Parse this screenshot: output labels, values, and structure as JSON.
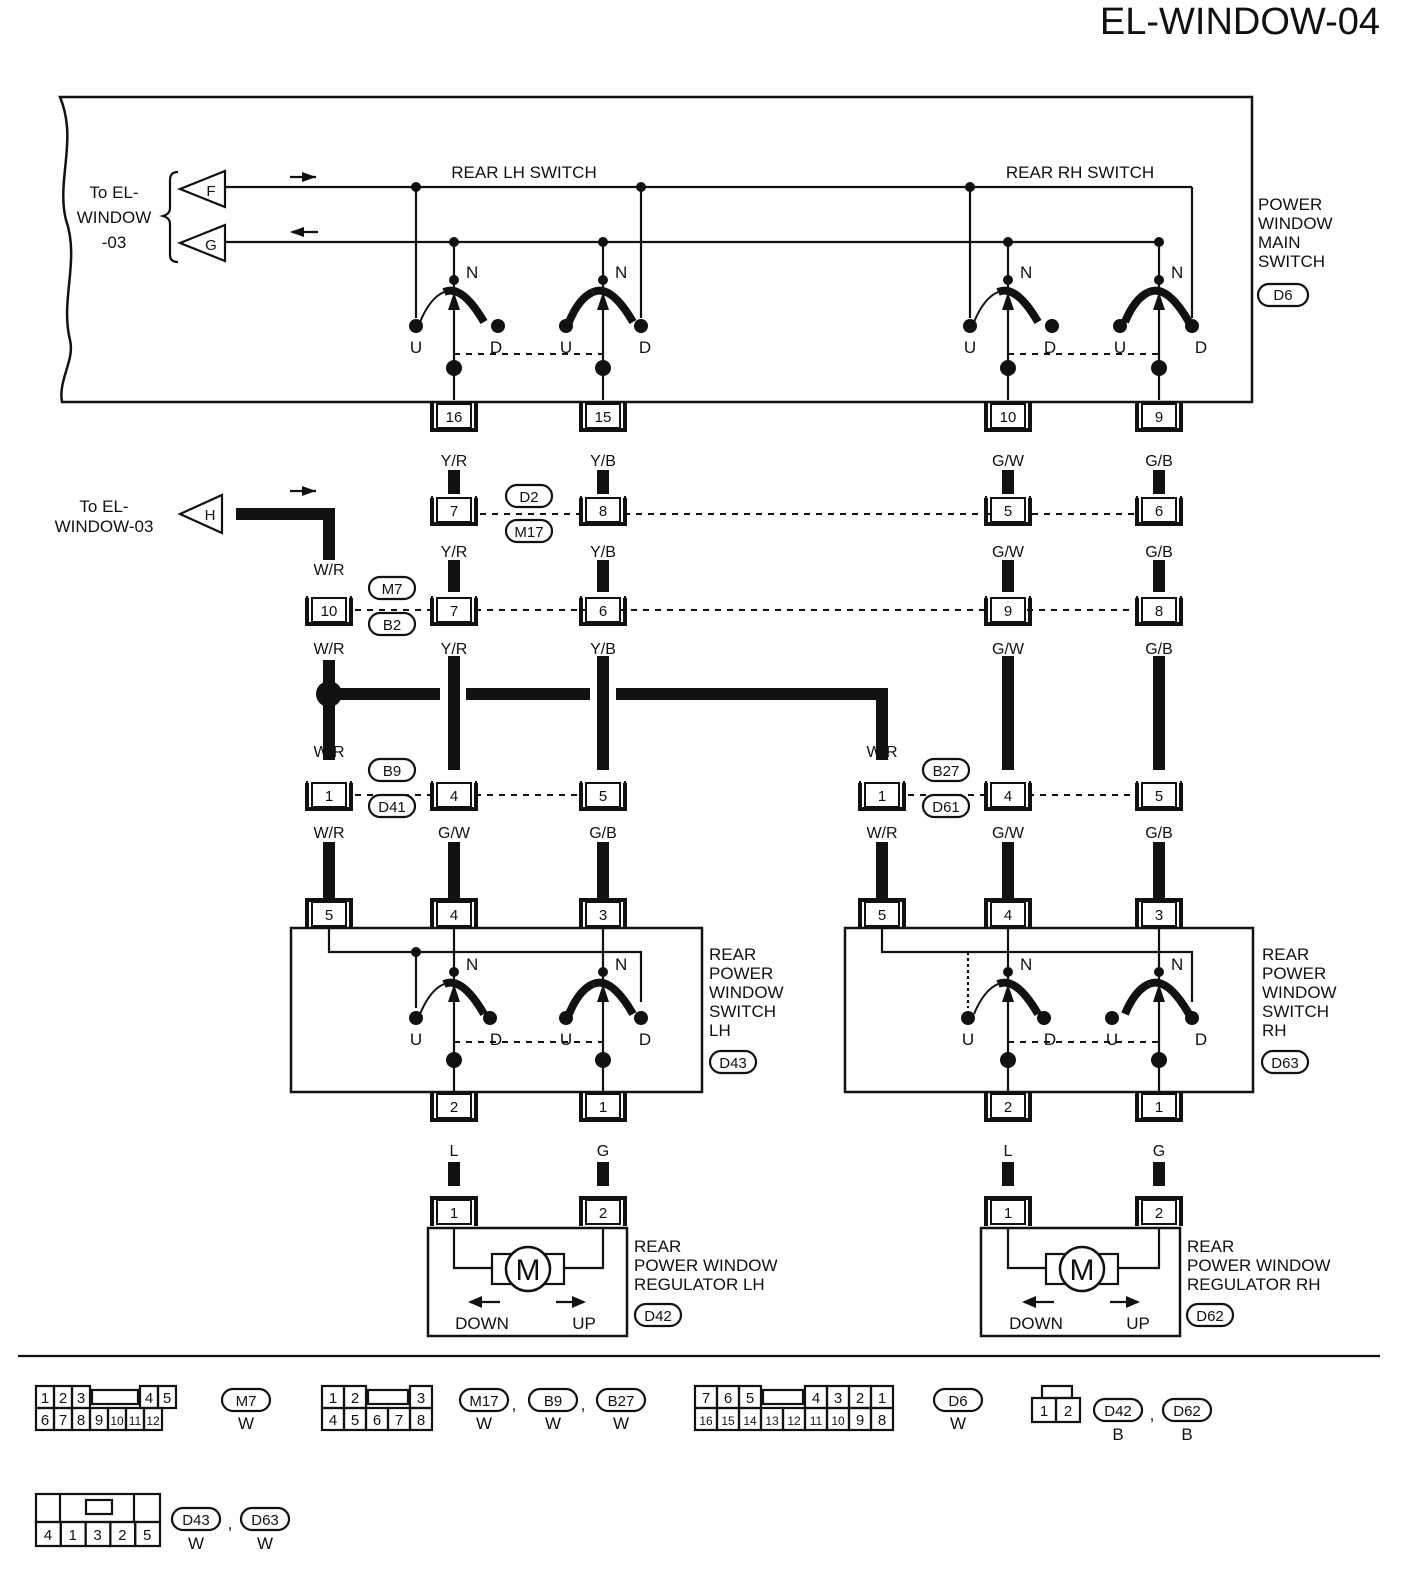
{
  "page_title": "EL-WINDOW-04",
  "offpage": {
    "to_label": "To EL-\nWINDOW\n-03",
    "to_label_h": "To EL-\nWINDOW-03",
    "connector_f": "F",
    "connector_g": "G",
    "connector_h": "H",
    "wire_h": "W/R"
  },
  "main_switch": {
    "name": "POWER\nWINDOW\nMAIN\nSWITCH",
    "connector": "D6",
    "rear_lh_label": "REAR LH SWITCH",
    "rear_rh_label": "REAR RH SWITCH",
    "terminals": [
      "16",
      "15",
      "10",
      "9"
    ]
  },
  "switch_positions": {
    "n": "N",
    "u": "U",
    "d": "D"
  },
  "wires": {
    "col1_top": "Y/R",
    "col2_top": "Y/B",
    "col3_top": "G/W",
    "col4_top": "G/B",
    "col1_mid": "Y/R",
    "col2_mid": "Y/B",
    "col3_mid": "G/W",
    "col4_mid": "G/B",
    "col1_low": "Y/R",
    "col2_low": "Y/B",
    "col3_low": "G/W",
    "col4_low": "G/B",
    "wr1": "W/R",
    "wr2": "W/R",
    "wr3": "W/R",
    "wr4": "W/R",
    "wr_rh1": "W/R",
    "wr_rh2": "W/R",
    "lh_bot1": "G/W",
    "lh_bot2": "G/B",
    "rh_bot1": "G/W",
    "rh_bot2": "G/B",
    "lh_motor1": "L",
    "lh_motor2": "G",
    "rh_motor1": "L",
    "rh_motor2": "G"
  },
  "joint_connectors": {
    "row1": {
      "upper": "D2",
      "lower": "M17",
      "pins": [
        "7",
        "8",
        "5",
        "6"
      ]
    },
    "row2": {
      "upper": "M7",
      "lower": "B2",
      "pins": [
        "10",
        "7",
        "6",
        "9",
        "8"
      ]
    },
    "row3_lh": {
      "upper": "B9",
      "lower": "D41",
      "pins": [
        "1",
        "4",
        "5"
      ]
    },
    "row3_rh": {
      "upper": "B27",
      "lower": "D61",
      "pins": [
        "1",
        "4",
        "5"
      ]
    }
  },
  "rear_switch_lh": {
    "name": "REAR\nPOWER\nWINDOW\nSWITCH\nLH",
    "connector": "D43",
    "top_pins": [
      "5",
      "4",
      "3"
    ],
    "bottom_pins": [
      "2",
      "1"
    ]
  },
  "rear_switch_rh": {
    "name": "REAR\nPOWER\nWINDOW\nSWITCH\nRH",
    "connector": "D63",
    "top_pins": [
      "5",
      "4",
      "3"
    ],
    "bottom_pins": [
      "2",
      "1"
    ]
  },
  "regulator_lh": {
    "name": "REAR\nPOWER WINDOW\nREGULATOR LH",
    "connector": "D42",
    "pins": [
      "1",
      "2"
    ],
    "motor": "M",
    "down": "DOWN",
    "up": "UP"
  },
  "regulator_rh": {
    "name": "REAR\nPOWER WINDOW\nREGULATOR RH",
    "connector": "D62",
    "pins": [
      "1",
      "2"
    ],
    "motor": "M",
    "down": "DOWN",
    "up": "UP"
  },
  "connector_views": [
    {
      "id": "m7",
      "rows": [
        [
          "1",
          "2",
          "3",
          "",
          "4",
          "5"
        ],
        [
          "6",
          "7",
          "8",
          "9",
          "10",
          "11",
          "12"
        ]
      ],
      "labels": [
        "M7"
      ],
      "colors": [
        "W"
      ]
    },
    {
      "id": "m17",
      "rows": [
        [
          "1",
          "2",
          "",
          "3"
        ],
        [
          "4",
          "5",
          "6",
          "7",
          "8"
        ]
      ],
      "labels": [
        "M17",
        "B9",
        "B27"
      ],
      "colors": [
        "W",
        "W",
        "W"
      ]
    },
    {
      "id": "d6",
      "rows": [
        [
          "7",
          "6",
          "5",
          "",
          "4",
          "3",
          "2",
          "1"
        ],
        [
          "16",
          "15",
          "14",
          "13",
          "12",
          "11",
          "10",
          "9",
          "8"
        ]
      ],
      "labels": [
        "D6"
      ],
      "colors": [
        "W"
      ]
    },
    {
      "id": "d42",
      "rows": [
        [
          "1",
          "2"
        ]
      ],
      "labels": [
        "D42",
        "D62"
      ],
      "colors": [
        "B",
        "B"
      ]
    },
    {
      "id": "d43",
      "rows": [
        [
          "4",
          "1",
          "3",
          "2",
          "5"
        ]
      ],
      "labels": [
        "D43",
        "D63"
      ],
      "colors": [
        "W",
        "W"
      ]
    }
  ],
  "separator": ","
}
